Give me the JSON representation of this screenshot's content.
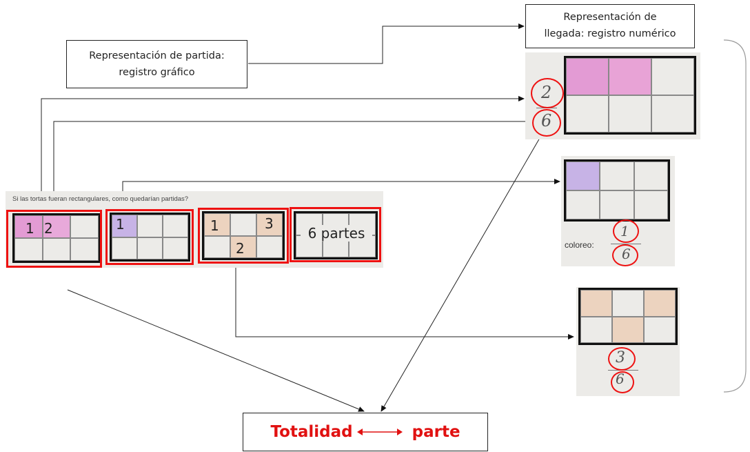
{
  "boxes": {
    "start": "Representación de partida:\nregistro gráfico",
    "end": "Representación de\nllegada: registro numérico"
  },
  "strip": {
    "question": "Si las tortas fueran rectangulares, como quedarían partidas?",
    "panel1": {
      "n1": "1",
      "n2": "2"
    },
    "panel2": {
      "n1": "1"
    },
    "panel3": {
      "n1": "1",
      "n2": "3",
      "n3": "2"
    },
    "panel4": {
      "text": "6 partes"
    }
  },
  "cards": {
    "a": {
      "numerator": "2",
      "denominator": "6"
    },
    "b": {
      "caption": "coloreo:",
      "numerator": "1",
      "denominator": "6"
    },
    "c": {
      "numerator": "3",
      "denominator": "6"
    }
  },
  "bottom": {
    "left": "Totalidad",
    "right": "parte"
  },
  "colors": {
    "accent_red": "#e11111",
    "pink": "#e39bd4",
    "purple": "#c7b3e6",
    "peach": "#ecd3bf"
  }
}
